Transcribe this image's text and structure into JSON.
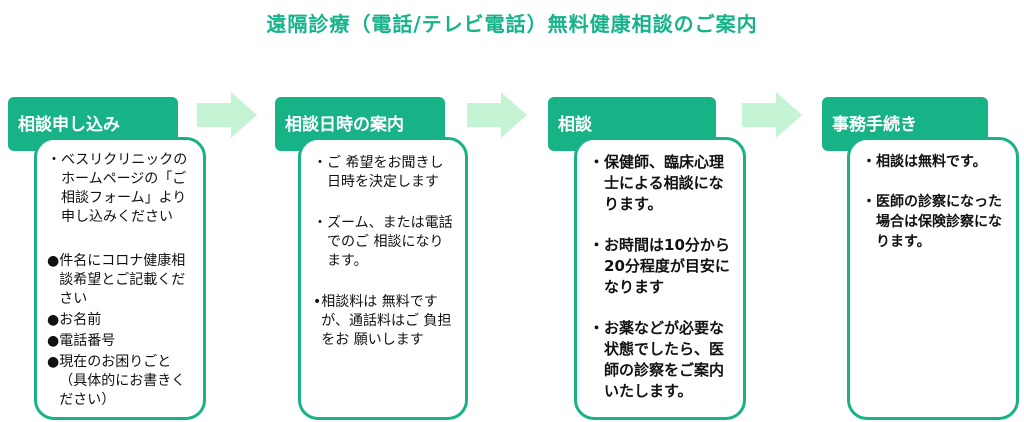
{
  "title": "遠隔診療（電話/テレビ電話）無料健康相談のご案内",
  "colors": {
    "accent": "#17b387",
    "title": "#16b38a",
    "arrow": "#c5f4d5"
  },
  "steps": [
    {
      "header": "相談申し込み",
      "items": [
        {
          "mark": "・",
          "text": "ベスリクリニックのホームページの「ご相談フォーム」より申し込みください"
        },
        {
          "mark": "●",
          "text": "件名にコロナ健康相談希望とご記載ください"
        },
        {
          "mark": "●",
          "text": "お名前"
        },
        {
          "mark": "●",
          "text": "電話番号"
        },
        {
          "mark": "●",
          "text": "現在のお困りごと（具体的にお書きください）"
        }
      ]
    },
    {
      "header": "相談日時の案内",
      "items": [
        {
          "mark": "・",
          "text": "ご 希望をお聞きし日時を決定します"
        },
        {
          "mark": "・",
          "text": "ズーム、または電話でのご 相談になります。"
        },
        {
          "mark": "•",
          "text": "相談料は 無料ですが、通話料はご 負担をお 願いします"
        }
      ]
    },
    {
      "header": "相談",
      "items": [
        {
          "mark": "・",
          "text": "保健師、臨床心理士による相談になります。"
        },
        {
          "mark": "・",
          "text": "お時間は10分から20分程度が目安になります"
        },
        {
          "mark": "・",
          "text": "お薬などが必要な状態でしたら、医師の診察をご案内いたします。"
        }
      ]
    },
    {
      "header": "事務手続き",
      "items": [
        {
          "mark": "・",
          "text": "相談は無料です。"
        },
        {
          "mark": "・",
          "text": "医師の診察になった場合は保険診察になります。"
        }
      ]
    }
  ]
}
